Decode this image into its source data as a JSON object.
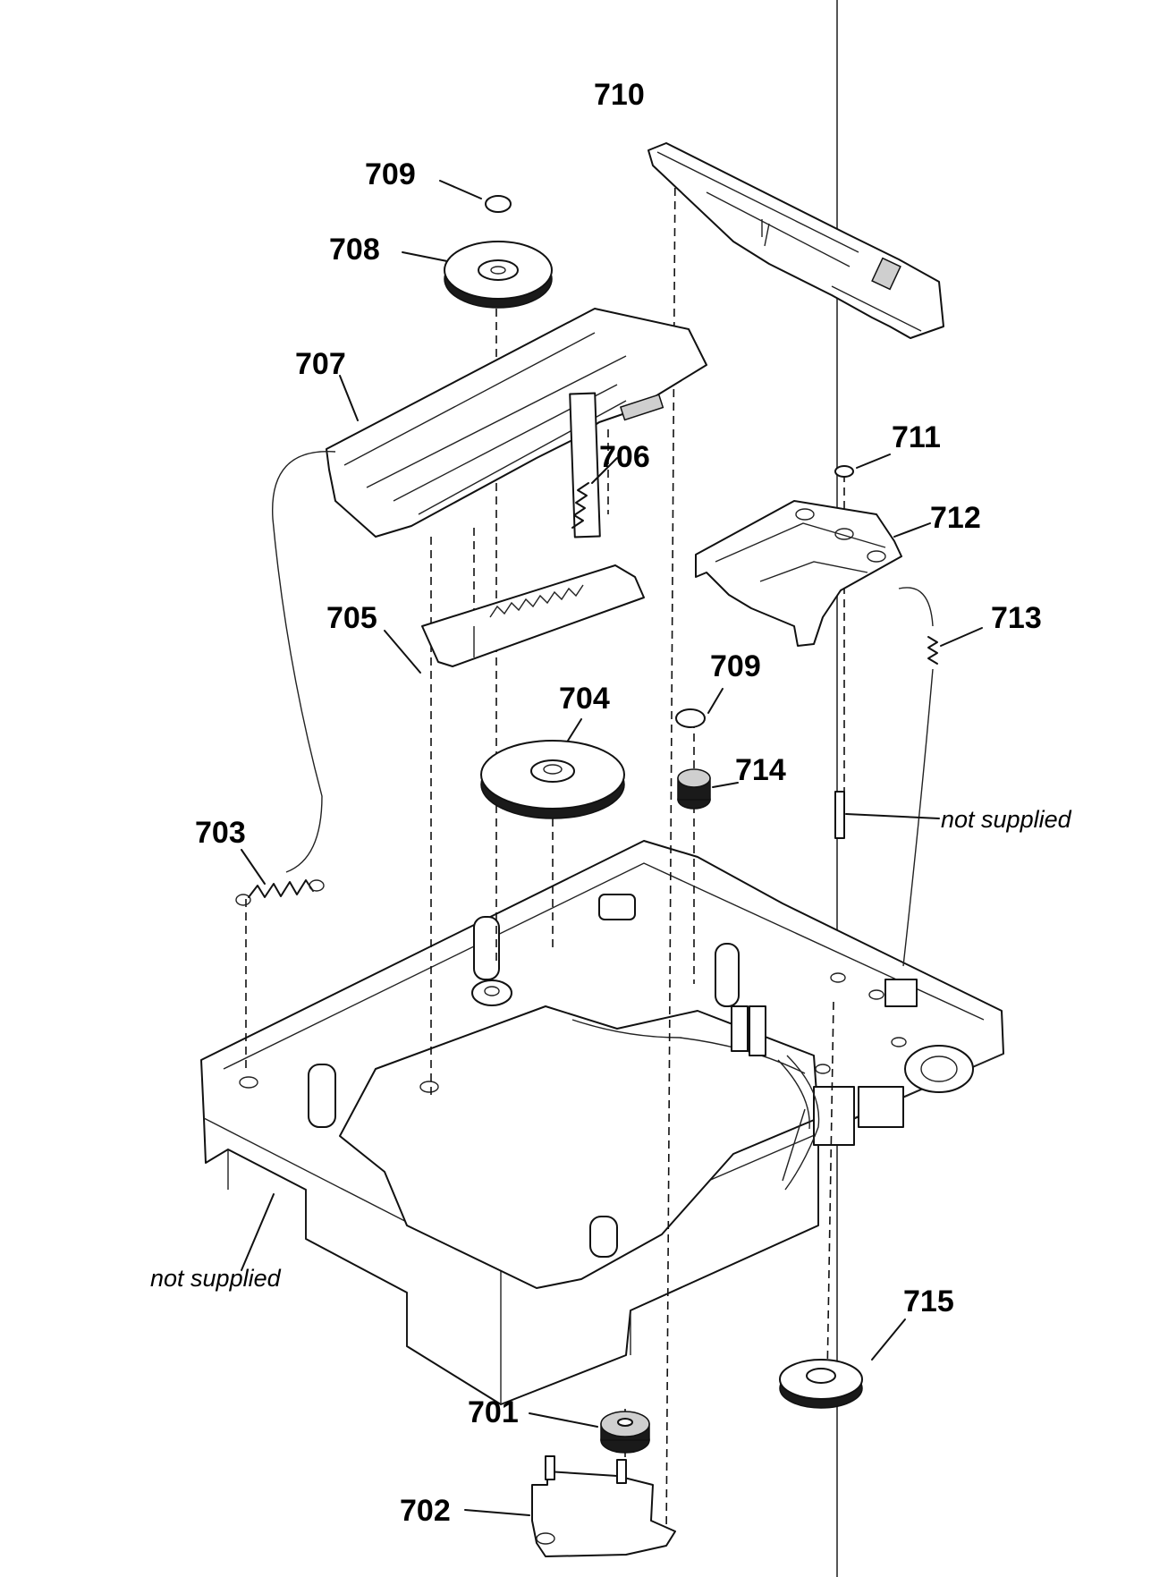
{
  "labels": {
    "p701": "701",
    "p702": "702",
    "p703": "703",
    "p704": "704",
    "p705": "705",
    "p706": "706",
    "p707": "707",
    "p708": "708",
    "p709a": "709",
    "p709b": "709",
    "p710": "710",
    "p711": "711",
    "p712": "712",
    "p713": "713",
    "p714": "714",
    "p715": "715"
  },
  "notes": {
    "not_supplied_right": "not supplied",
    "not_supplied_left": "not supplied"
  }
}
